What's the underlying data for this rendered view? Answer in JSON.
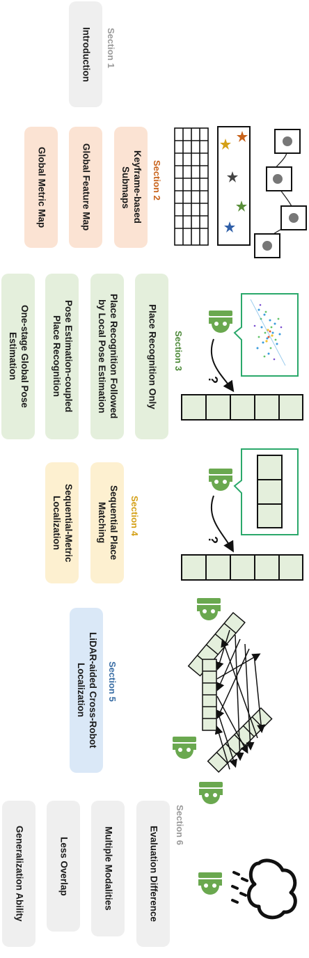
{
  "sections": [
    {
      "label": "Section 1",
      "color": "#9a9a9a",
      "items": [
        "Introduction"
      ]
    },
    {
      "label": "Section 2",
      "color": "#c8621a",
      "items": [
        "Keyframe-based\nSubmaps",
        "Global Feature Map",
        "Global Metric Map"
      ]
    },
    {
      "label": "Section 3",
      "color": "#4e8a3a",
      "items": [
        "Place Recognition Only",
        "Place Recognition Followed\nby Local Pose Estimation",
        "Pose Estimation-coupled\nPlace Recognition",
        "One-stage Global Pose\nEstimation"
      ]
    },
    {
      "label": "Section 4",
      "color": "#d4a017",
      "items": [
        "Sequential Place\nMatching",
        "Sequential-Metric\nLocalization"
      ]
    },
    {
      "label": "Section 5",
      "color": "#3a6ea5",
      "items": [
        "LiDAR-aided Cross-Robot\nLocalization"
      ]
    },
    {
      "label": "Section 6",
      "color": "#9a9a9a",
      "items": [
        "Evaluation Difference",
        "Multiple Modalities",
        "Less Overlap",
        "Generalization Ability"
      ]
    }
  ],
  "illustration": {
    "query_symbol_1": "?",
    "query_symbol_2": "?",
    "robot_color": "#6aa84f",
    "feature_star_colors": [
      "#c8621a",
      "#d4a017",
      "#444444",
      "#5a8f3a",
      "#2f5fa8"
    ],
    "cell_fill": "#e4efdc",
    "bubble_stroke": "#2aa86a",
    "icons": [
      "robot-icon",
      "star-icon",
      "cloud-rain-icon",
      "point-cloud-icon",
      "pose-graph-icon",
      "grid-map-icon"
    ]
  }
}
